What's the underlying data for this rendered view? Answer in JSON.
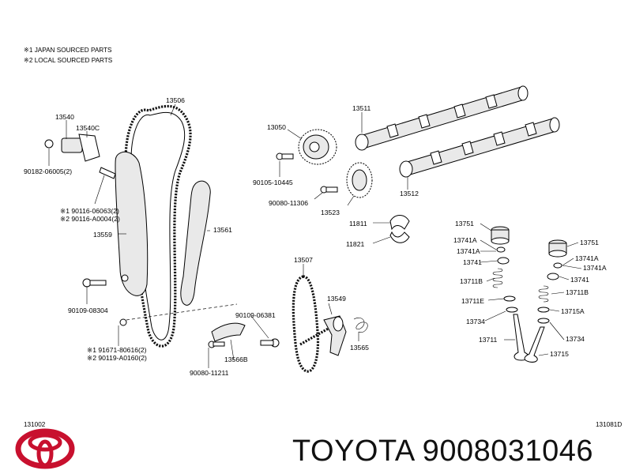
{
  "notes": [
    "※1 JAPAN SOURCED PARTS",
    "※2 LOCAL SOURCED PARTS"
  ],
  "labels": {
    "p13540": "13540",
    "p13540c": "13540C",
    "p90182": "90182-06005(2)",
    "p90116a": "※1 90116-06063(2)",
    "p90116b": "※2 90116-A0004(2)",
    "p13559": "13559",
    "p90109_08304": "90109-08304",
    "p91671": "※1 91671-80616(2)",
    "p90119": "※2 90119-A0160(2)",
    "p90080_11211": "90080-11211",
    "p13566b": "13566B",
    "p90109_06381": "90109-06381",
    "p13506": "13506",
    "p13561": "13561",
    "p13507": "13507",
    "p13549": "13549",
    "p13565": "13565",
    "p13050": "13050",
    "p90105": "90105-10445",
    "p90080_11306": "90080-11306",
    "p13523": "13523",
    "p13511": "13511",
    "p13512": "13512",
    "p11811": "11811",
    "p11821": "11821",
    "p13751_l": "13751",
    "p13741a_l1": "13741A",
    "p13741a_l2": "13741A",
    "p13741_l": "13741",
    "p13711b_l": "13711B",
    "p13711e": "13711E",
    "p13734_l": "13734",
    "p13711": "13711",
    "p13751_r": "13751",
    "p13741a_r1": "13741A",
    "p13741a_r2": "13741A",
    "p13741_r": "13741",
    "p13711b_r": "13711B",
    "p13715a": "13715A",
    "p13734_r": "13734",
    "p13715": "13715"
  },
  "codes": {
    "left": "131002",
    "right": "131081D"
  },
  "brand": {
    "title": "TOYOTA 9008031046"
  },
  "colors": {
    "logo": "#c8102e",
    "ink": "#000000"
  }
}
